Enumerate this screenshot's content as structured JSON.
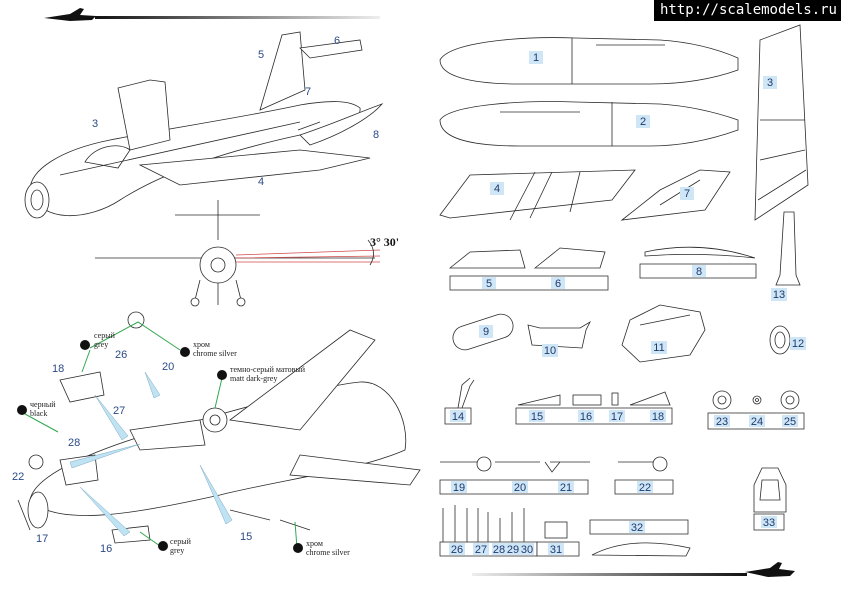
{
  "watermark": "http://scalemodels.ru",
  "angle_label": "3° 30'",
  "colors": {
    "label_blue": "#2a4a86",
    "cell_blue": "#cfe6f7",
    "leader_green": "#2fa84f",
    "arrow_blue": "#bfe3f2"
  },
  "callouts": {
    "grey_1": {
      "ru": "серый",
      "en": "grey"
    },
    "chrome_1": {
      "ru": "хром",
      "en": "chrome silver"
    },
    "dark_grey": {
      "ru": "темно-серый матовый",
      "en": "matt dark-grey"
    },
    "black": {
      "ru": "черный",
      "en": "black"
    },
    "grey_2": {
      "ru": "серый",
      "en": "grey"
    },
    "chrome_2": {
      "ru": "хром",
      "en": "chrome silver"
    }
  },
  "left_labels": {
    "top": [
      "5",
      "6",
      "7",
      "3",
      "8",
      "4"
    ],
    "bottom": [
      "26",
      "20",
      "18",
      "27",
      "28",
      "22",
      "17",
      "16",
      "15"
    ]
  },
  "parts": [
    "1",
    "2",
    "3",
    "4",
    "5",
    "6",
    "7",
    "8",
    "9",
    "10",
    "11",
    "12",
    "13",
    "14",
    "15",
    "16",
    "17",
    "18",
    "19",
    "20",
    "21",
    "22",
    "23",
    "24",
    "25",
    "26",
    "27",
    "28",
    "29",
    "30",
    "31",
    "32",
    "33"
  ]
}
